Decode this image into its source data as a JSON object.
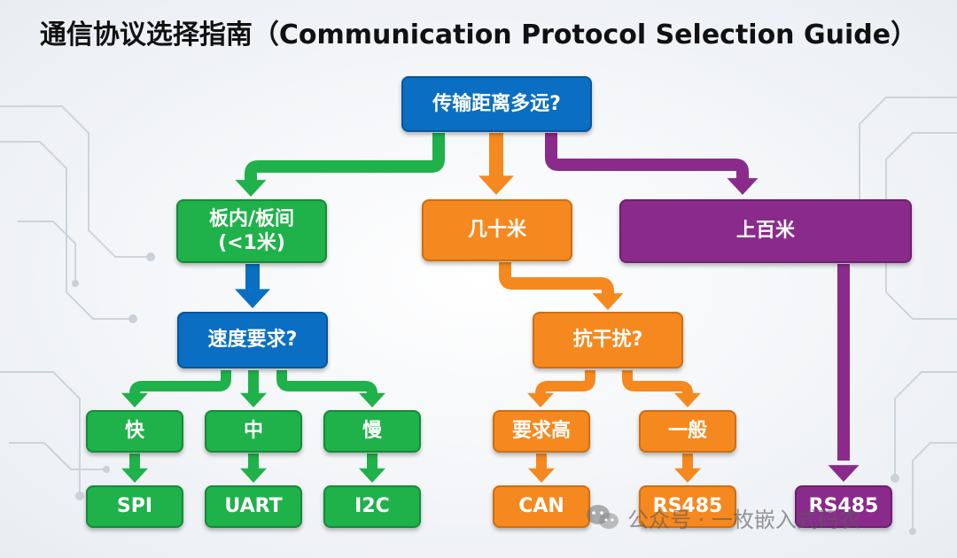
{
  "title": "通信协议选择指南（Communication Protocol Selection Guide）",
  "colors": {
    "blue": "#0a6fc2",
    "green": "#1fb14a",
    "orange": "#f5891f",
    "purple": "#8a2b8c"
  },
  "nodes": {
    "root": "传输距离多远?",
    "board": "板内/板间\n(<1米)",
    "tens_m": "几十米",
    "hundreds_m": "上百米",
    "speed": "速度要求?",
    "interference": "抗干扰?",
    "fast": "快",
    "medium": "中",
    "slow": "慢",
    "high_req": "要求高",
    "normal": "一般",
    "spi": "SPI",
    "uart": "UART",
    "i2c": "I2C",
    "can": "CAN",
    "rs485_a": "RS485",
    "rs485_b": "RS485"
  },
  "watermark": {
    "icon": "wechat-icon",
    "text": "公众号 · 一枚嵌入式码农"
  }
}
